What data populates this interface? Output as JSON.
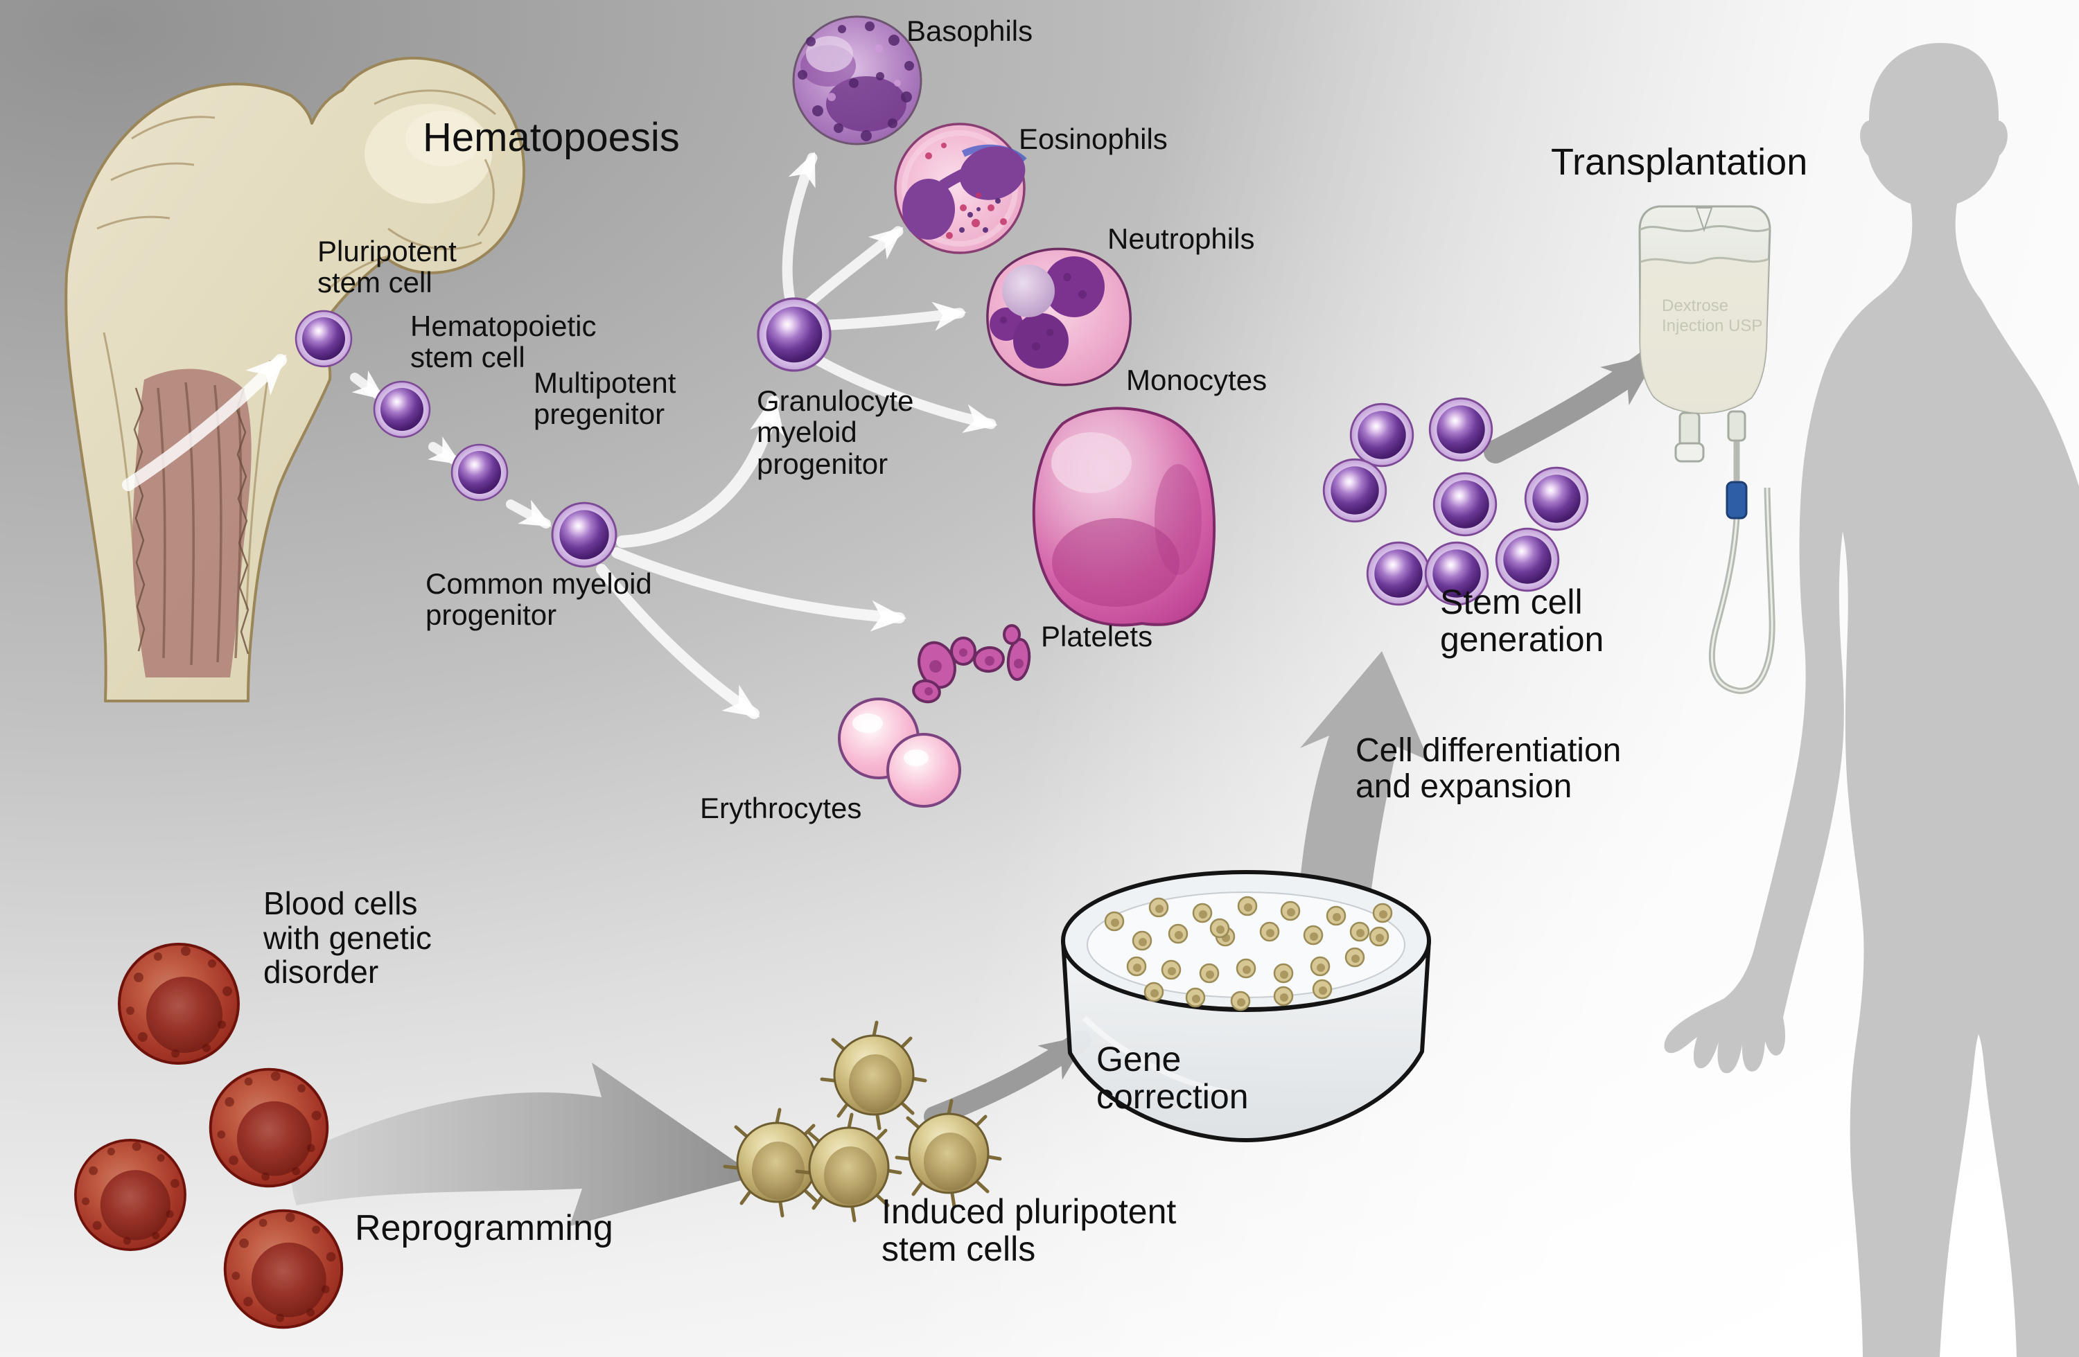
{
  "diagram": {
    "title": "Hematopoesis",
    "stages": {
      "pluripotent": "Pluripotent\nstem cell",
      "hematopoietic": "Hematopoietic\nstem cell",
      "multipotent": "Multipotent\npregenitor",
      "common_myeloid": "Common myeloid\nprogenitor",
      "granulocyte_myeloid": "Granulocyte\nmyeloid\nprogenitor"
    },
    "blood_cells": {
      "basophils": "Basophils",
      "eosinophils": "Eosinophils",
      "neutrophils": "Neutrophils",
      "monocytes": "Monocytes",
      "platelets": "Platelets",
      "erythrocytes": "Erythrocytes"
    },
    "therapy": {
      "blood_disorder": "Blood cells\nwith genetic\ndisorder",
      "reprogramming": "Reprogramming",
      "induced_pluripotent": "Induced pluripotent\nstem cells",
      "gene_correction": "Gene\ncorrection",
      "stem_cell_generation": "Stem cell\ngeneration",
      "cell_differentiation": "Cell differentiation\nand expansion",
      "transplantation": "Transplantation"
    },
    "iv_bag_text": "Dextrose\nInjection USP",
    "colors": {
      "background_dark": "#989898",
      "background_light": "#ffffff",
      "silhouette_gray": "#c5c5c5",
      "stem_cell_purple": "#6c3a98",
      "halo_lavender": "#cbaede",
      "diseased_cell_red": "#a63524",
      "ips_cell_tan": "#bba86a",
      "erythrocyte_pink": "#f7b8d2",
      "monocyte_magenta": "#d566aa",
      "arrow_gray": "#9b9b9b",
      "arrow_white": "#ffffff",
      "clamp_blue": "#2d5ea6",
      "bone_beige": "#e3dcc2",
      "text": "#111111"
    }
  }
}
